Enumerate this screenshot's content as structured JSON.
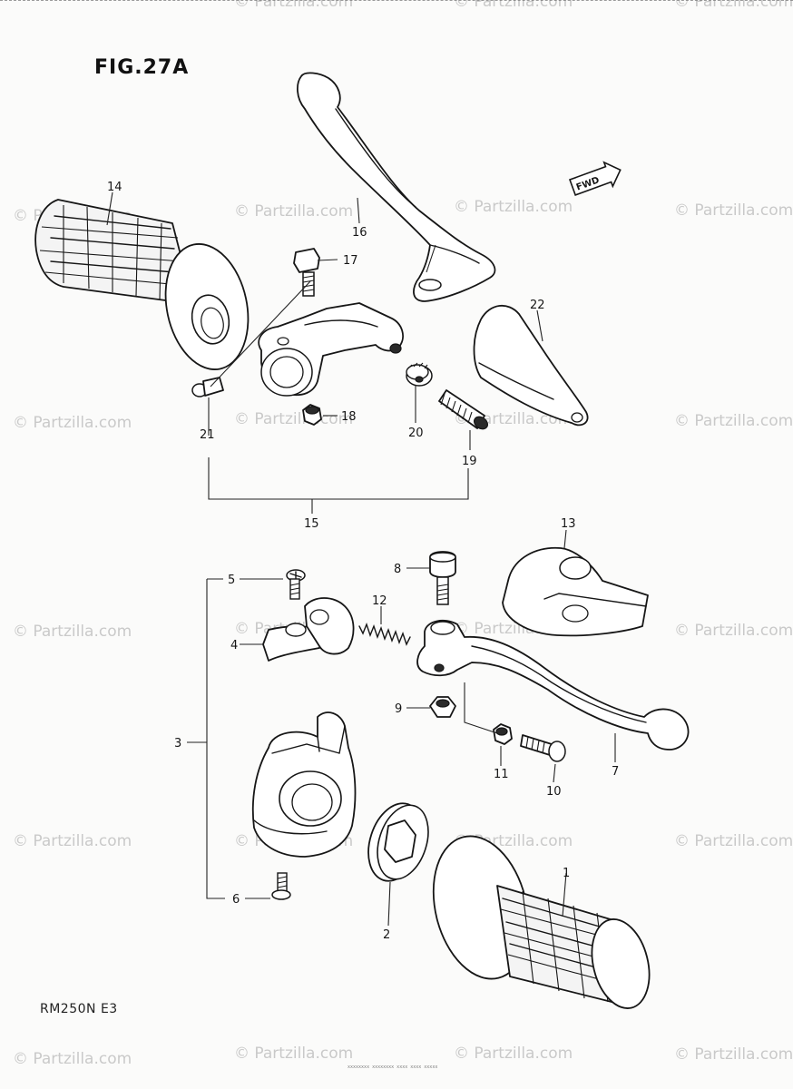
{
  "figure": {
    "title": "FIG.27A",
    "model": "RM250N E3",
    "fine_print": "xxxxxxxx xxxxxxxx xxxx xxxx xxxxx"
  },
  "watermark": "© Partzilla.com",
  "fwd_label": "FWD",
  "callouts": {
    "c1": "1",
    "c2": "2",
    "c3": "3",
    "c4": "4",
    "c5": "5",
    "c6": "6",
    "c7": "7",
    "c8": "8",
    "c9": "9",
    "c10": "10",
    "c11": "11",
    "c12": "12",
    "c13": "13",
    "c14": "14",
    "c15": "15",
    "c16": "16",
    "c17": "17",
    "c18": "18",
    "c19": "19",
    "c20": "20",
    "c21": "21",
    "c22": "22"
  }
}
